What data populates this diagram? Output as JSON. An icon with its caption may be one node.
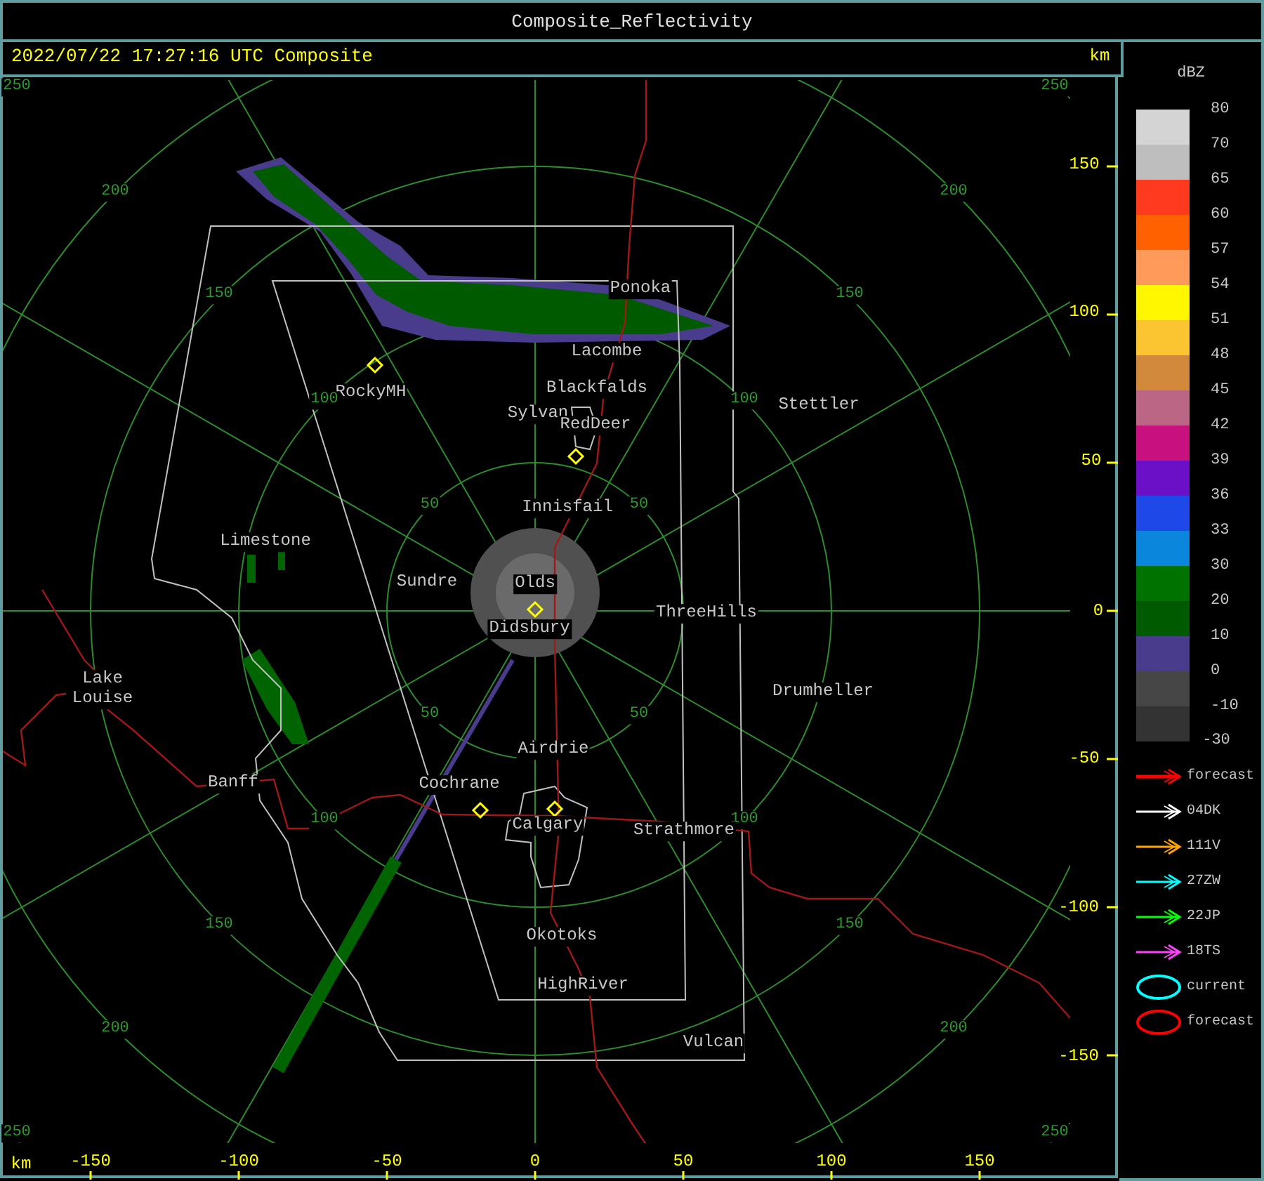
{
  "diagram": {
    "title": "Composite_Reflectivity",
    "labels": [
      "2022/07/22 17:27:16 UTC Composite",
      "km",
      "dBZ",
      "250",
      "250",
      "150",
      "200",
      "200",
      "150",
      "150",
      "Ponoka",
      "100",
      "Lacombe",
      "RockyMH",
      "Blackfalds",
      "100",
      "100",
      "Stettler",
      "Sylvan",
      "RedDeer",
      "50",
      "50",
      "Innisfail",
      "50",
      "Limestone",
      "Sundre",
      "Olds",
      "ThreeHills",
      "0",
      "Didsbury",
      "Lake Louise",
      "Drumheller",
      "50",
      "50",
      "Airdrie",
      "-50",
      "Banff",
      "Cochrane",
      "100",
      "100",
      "Calgary",
      "Strathmore",
      "-100",
      "150",
      "150",
      "Okotoks",
      "HighRiver",
      "200",
      "200",
      "Vulcan",
      "-150",
      "250",
      "250",
      "km",
      "-150",
      "-100",
      "-50",
      "0",
      "50",
      "100",
      "150",
      "-30"
    ],
    "legend": [
      {
        "text": "80",
        "color": "#d4d4d4"
      },
      {
        "text": "70",
        "color": "#bebebe"
      },
      {
        "text": "65",
        "color": "#ff3a1f"
      },
      {
        "text": "60",
        "color": "#ff6000"
      },
      {
        "text": "57",
        "color": "#ff9a5a"
      },
      {
        "text": "54",
        "color": "#fff700"
      },
      {
        "text": "51",
        "color": "#fbc531"
      },
      {
        "text": "48",
        "color": "#d2893b"
      },
      {
        "text": "45",
        "color": "#bb6685"
      },
      {
        "text": "42",
        "color": "#c8107f"
      },
      {
        "text": "39",
        "color": "#6c10c8"
      },
      {
        "text": "36",
        "color": "#1f48e8"
      },
      {
        "text": "33",
        "color": "#0a86dc"
      },
      {
        "text": "30",
        "color": "#007200"
      },
      {
        "text": "20",
        "color": "#005a00"
      },
      {
        "text": "10",
        "color": "#4a3c8c"
      },
      {
        "text": "0",
        "color": "#464646"
      },
      {
        "text": "-10",
        "color": "#333333"
      },
      {
        "text": "forecast"
      },
      {
        "text": "04DK"
      },
      {
        "text": "111V"
      },
      {
        "text": "27ZW"
      },
      {
        "text": "22JP"
      },
      {
        "text": "18TS"
      },
      {
        "text": "current"
      },
      {
        "text": "forecast"
      }
    ]
  }
}
